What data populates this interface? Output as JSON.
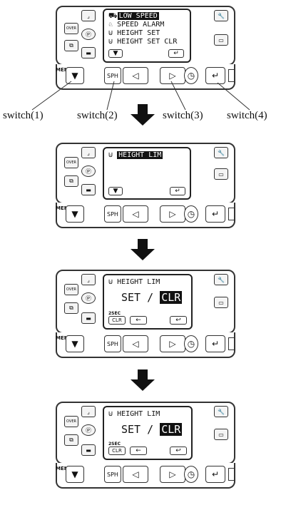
{
  "panels": [
    {
      "lines": [
        "LOW SPEED",
        "SPEED ALARM",
        "HEIGHT SET",
        "HEIGHT SET CLR"
      ],
      "icons": [
        "turtle-icon",
        "bell-icon",
        "height-icon",
        "height-icon"
      ]
    },
    {
      "title": "HEIGHT LIM"
    },
    {
      "title": "HEIGHT LIM",
      "set": "SET",
      "slash": "/",
      "clr": "CLR",
      "hint": "2SEC",
      "clr_btn": "CLR"
    },
    {
      "title": "HEIGHT LIM",
      "set": "SET",
      "slash": "/",
      "clr": "CLR",
      "hint": "2SEC",
      "clr_btn": "CLR"
    }
  ],
  "labels": {
    "switch1": "switch(1)",
    "switch2": "switch(2)",
    "switch3": "switch(3)",
    "switch4": "switch(4)"
  },
  "menu_label": "MENU",
  "spd_label": "SPH"
}
